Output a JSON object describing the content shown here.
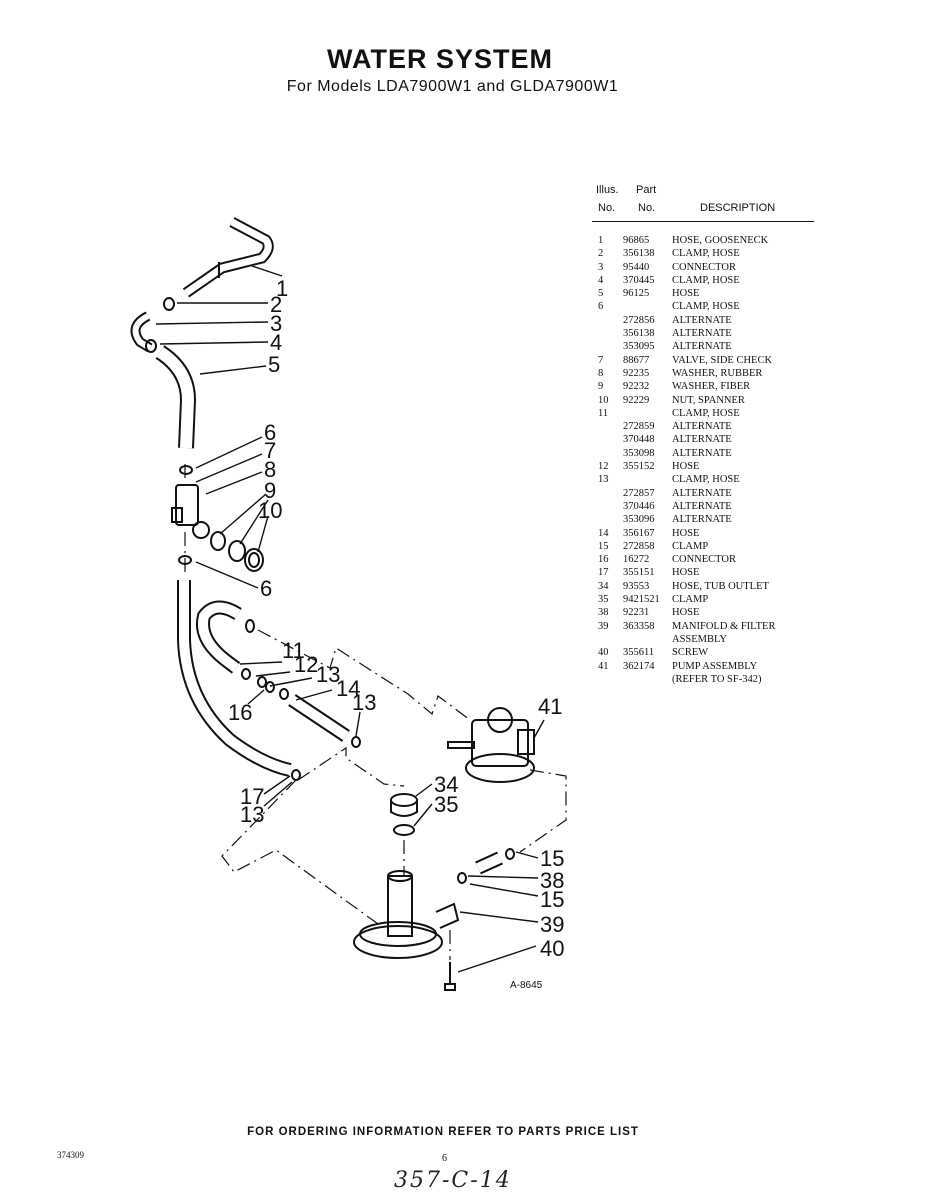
{
  "header": {
    "title": "WATER SYSTEM",
    "subtitle": "For Models LDA7900W1 and GLDA7900W1"
  },
  "parts_table": {
    "columns": {
      "illus_top": "Illus.",
      "part_top": "Part",
      "no_label": "No.",
      "part_no_label": "No.",
      "description": "DESCRIPTION"
    },
    "rows": [
      {
        "no": "1",
        "part": "96865",
        "desc": "HOSE, GOOSENECK"
      },
      {
        "no": "2",
        "part": "356138",
        "desc": "CLAMP, HOSE"
      },
      {
        "no": "3",
        "part": "95440",
        "desc": "CONNECTOR"
      },
      {
        "no": "4",
        "part": "370445",
        "desc": "CLAMP, HOSE"
      },
      {
        "no": "5",
        "part": "96125",
        "desc": "HOSE"
      },
      {
        "no": "6",
        "part": "",
        "desc": "CLAMP, HOSE"
      },
      {
        "no": "",
        "part": "272856",
        "desc": "ALTERNATE"
      },
      {
        "no": "",
        "part": "356138",
        "desc": "ALTERNATE"
      },
      {
        "no": "",
        "part": "353095",
        "desc": "ALTERNATE"
      },
      {
        "no": "7",
        "part": "88677",
        "desc": "VALVE, SIDE CHECK"
      },
      {
        "no": "8",
        "part": "92235",
        "desc": "WASHER, RUBBER"
      },
      {
        "no": "9",
        "part": "92232",
        "desc": "WASHER, FIBER"
      },
      {
        "no": "10",
        "part": "92229",
        "desc": "NUT, SPANNER"
      },
      {
        "no": "11",
        "part": "",
        "desc": "CLAMP, HOSE"
      },
      {
        "no": "",
        "part": "272859",
        "desc": "ALTERNATE"
      },
      {
        "no": "",
        "part": "370448",
        "desc": "ALTERNATE"
      },
      {
        "no": "",
        "part": "353098",
        "desc": "ALTERNATE"
      },
      {
        "no": "12",
        "part": "355152",
        "desc": "HOSE"
      },
      {
        "no": "13",
        "part": "",
        "desc": "CLAMP, HOSE"
      },
      {
        "no": "",
        "part": "272857",
        "desc": "ALTERNATE"
      },
      {
        "no": "",
        "part": "370446",
        "desc": "ALTERNATE"
      },
      {
        "no": "",
        "part": "353096",
        "desc": "ALTERNATE"
      },
      {
        "no": "14",
        "part": "356167",
        "desc": "HOSE"
      },
      {
        "no": "15",
        "part": "272858",
        "desc": "CLAMP"
      },
      {
        "no": "16",
        "part": "16272",
        "desc": "CONNECTOR"
      },
      {
        "no": "17",
        "part": "355151",
        "desc": "HOSE"
      },
      {
        "no": "34",
        "part": "93553",
        "desc": "HOSE, TUB OUTLET"
      },
      {
        "no": "35",
        "part": "9421521",
        "desc": "CLAMP"
      },
      {
        "no": "38",
        "part": "92231",
        "desc": "HOSE"
      },
      {
        "no": "39",
        "part": "363358",
        "desc": "MANIFOLD & FILTER"
      },
      {
        "no": "",
        "part": "",
        "desc": "ASSEMBLY"
      },
      {
        "no": "40",
        "part": "355611",
        "desc": "SCREW"
      },
      {
        "no": "41",
        "part": "362174",
        "desc": "PUMP ASSEMBLY"
      },
      {
        "no": "",
        "part": "",
        "desc": "(REFER TO SF-342)"
      }
    ]
  },
  "diagram": {
    "callouts": [
      "1",
      "2",
      "3",
      "4",
      "5",
      "6",
      "7",
      "8",
      "9",
      "10",
      "6",
      "11",
      "12",
      "13",
      "14",
      "13",
      "16",
      "41",
      "34",
      "35",
      "17",
      "13",
      "15",
      "38",
      "15",
      "39",
      "40"
    ],
    "drawing_code": "A-8645"
  },
  "footer": {
    "ordering_note": "FOR ORDERING INFORMATION REFER TO PARTS PRICE LIST",
    "doc_number": "374309",
    "page_number": "6",
    "handwritten_note": "357-C-14"
  }
}
